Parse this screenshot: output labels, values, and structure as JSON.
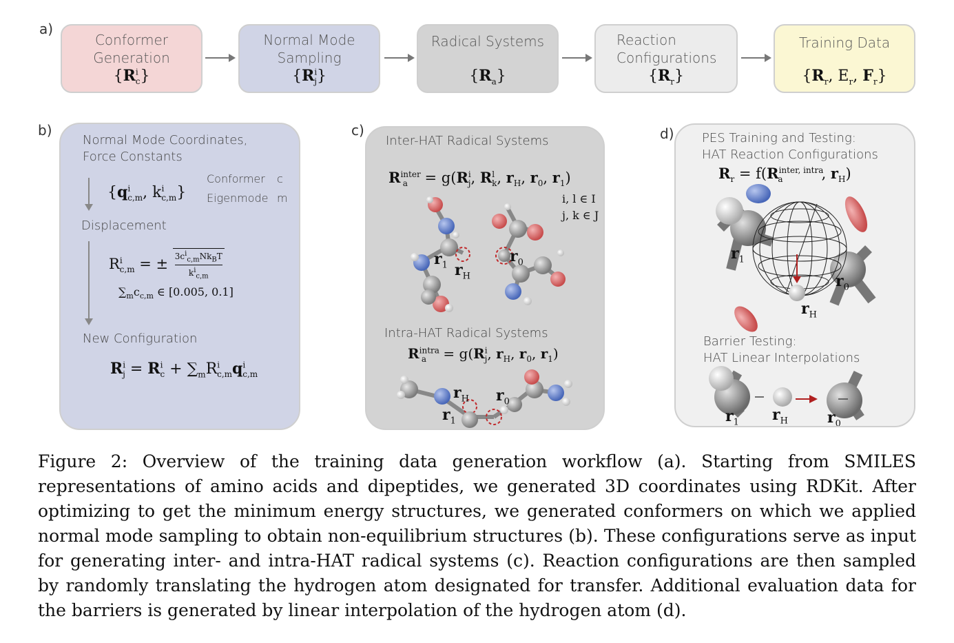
{
  "panel_a": {
    "letter": "a)",
    "boxes": [
      {
        "title": "Conformer Generation",
        "math": "{R_c^i}",
        "color": "#f4d6d6"
      },
      {
        "title": "Normal Mode Sampling",
        "math": "{R_j^i}",
        "color": "#d0d4e6"
      },
      {
        "title": "Radical Systems",
        "math": "{R_a}",
        "color": "#d3d3d3"
      },
      {
        "title": "Reaction Configurations",
        "math": "{R_r}",
        "color": "#ececec"
      },
      {
        "title": "Training Data",
        "math": "{R_r, E_r, F_r}",
        "color": "#fbf7d3"
      }
    ]
  },
  "panel_b": {
    "letter": "b)",
    "color": "#d0d4e6",
    "heading": "Normal Mode Coordinates, Force Constants",
    "set_math": "{q_{c,m}^i, k_{c,m}^i}",
    "legend_conformer": "Conformer",
    "legend_conformer_sym": "c",
    "legend_eigenmode": "Eigenmode",
    "legend_eigenmode_sym": "m",
    "displacement_label": "Displacement",
    "displacement_formula": "R_{c,m}^i = ±√(3c_{c,m}^i N k_B T / k_{c,m}^i)",
    "sum_constraint": "∑_m c_{c,m} ∈ [0.005, 0.1]",
    "new_config_label": "New Configuration",
    "new_config_formula": "R_j^i = R_c^i + ∑_m R_{c,m}^i q_{c,m}^i"
  },
  "panel_c": {
    "letter": "c)",
    "color": "#d3d3d3",
    "inter_title": "Inter-HAT Radical Systems",
    "inter_formula": "R_a^inter = g(R_j^i, R_k^l, r_H, r_0, r_1)",
    "index_set_1": "i, l ∈ I",
    "index_set_2": "j, k ∈ J",
    "inter_labels": [
      "r1",
      "rH",
      "r0"
    ],
    "intra_title": "Intra-HAT Radical Systems",
    "intra_formula": "R_a^intra = g(R_j^i, r_H, r_0, r_1)",
    "intra_labels": [
      "rH",
      "r0",
      "r1"
    ]
  },
  "panel_d": {
    "letter": "d)",
    "color": "#f0f0f0",
    "title_line1": "PES Training and Testing:",
    "title_line2": "HAT Reaction Configurations",
    "formula": "R_r = f(R_a^{inter, intra}, r_H)",
    "sphere_labels": [
      "r1",
      "r0",
      "rH"
    ],
    "barrier_line1": "Barrier Testing:",
    "barrier_line2": "HAT Linear Interpolations",
    "interp_labels": [
      "r1",
      "rH",
      "r0"
    ]
  },
  "caption": "Figure 2: Overview of the training data generation workflow (a). Starting from SMILES representations of amino acids and dipeptides, we generated 3D coordinates using RDKit. After optimizing to get the minimum energy structures, we generated conformers on which we applied normal mode sampling to obtain non-equilibrium structures (b). These configurations serve as input for generating inter- and intra-HAT radical systems (c). Reaction configurations are then sampled by randomly translating the hydrogen atom designated for transfer. Additional evaluation data for the barriers is generated by linear interpolation of the hydrogen atom (d)."
}
